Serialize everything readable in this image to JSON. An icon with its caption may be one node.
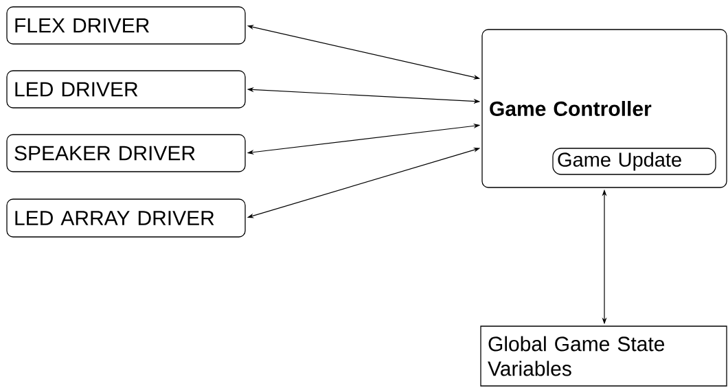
{
  "diagram": {
    "nodes": [
      {
        "text": [
          "FLEX DRIVER"
        ]
      },
      {
        "text": [
          "LED DRIVER"
        ]
      },
      {
        "text": [
          "SPEAKER DRIVER"
        ]
      },
      {
        "text": [
          "LED ARRAY DRIVER"
        ]
      },
      {
        "text": [
          "Game Controller"
        ]
      },
      {
        "text": [
          "Game Update"
        ],
        "in": 4
      },
      {
        "text": [
          "Global Game State Variables"
        ]
      }
    ],
    "edges": [
      {
        "from": 0,
        "to": 4,
        "arrow": "both"
      },
      {
        "from": 1,
        "to": 4,
        "arrow": "both"
      },
      {
        "from": 2,
        "to": 4,
        "arrow": "both"
      },
      {
        "from": 3,
        "to": 4,
        "arrow": "both"
      },
      {
        "from": 4,
        "to": 6,
        "arrow": "both"
      }
    ]
  }
}
